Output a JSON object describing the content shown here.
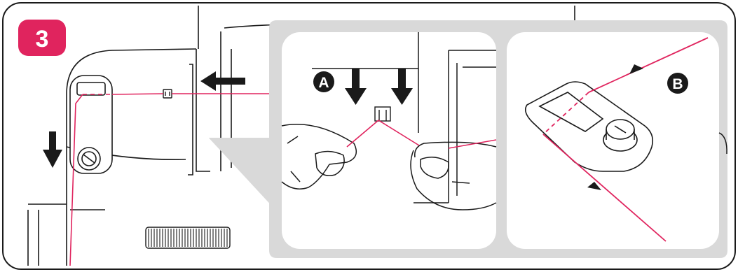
{
  "step": {
    "number": "3"
  },
  "callouts": [
    {
      "id": "A",
      "label": "A"
    },
    {
      "id": "B",
      "label": "B"
    }
  ],
  "colors": {
    "accent": "#e0245e",
    "thread": "#e0245e",
    "outline": "#1a1a1a",
    "zoom_panel": "#d9d9d9",
    "background": "#ffffff"
  },
  "icons": [
    "arrow-down-icon",
    "arrow-left-icon",
    "thread-guide-icon",
    "screw-icon"
  ]
}
